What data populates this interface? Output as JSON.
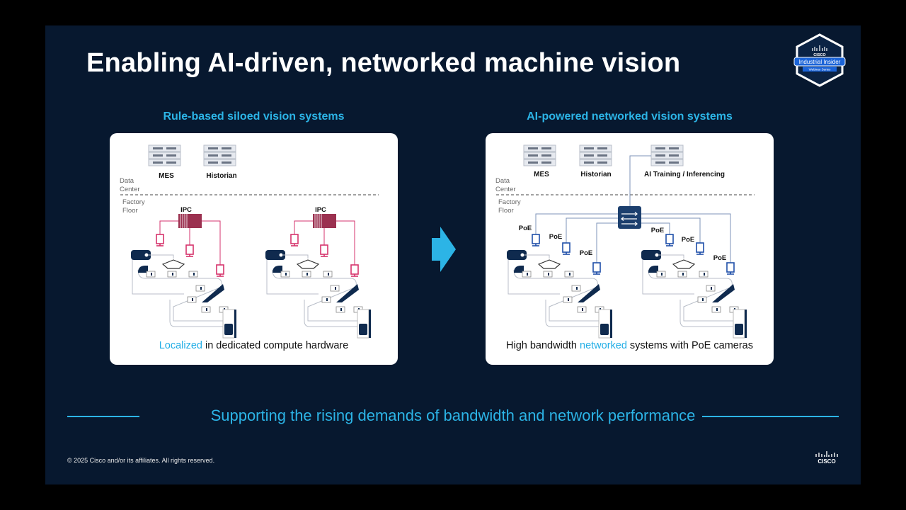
{
  "title": "Enabling AI-driven, networked machine vision",
  "badge": {
    "brand": "CISCO",
    "name": "Industrial Insider",
    "series": "Webinar Series"
  },
  "left": {
    "heading": "Rule-based siloed vision systems",
    "servers": [
      "MES",
      "Historian"
    ],
    "zone_top": [
      "Data",
      "Center"
    ],
    "zone_bottom": [
      "Factory",
      "Floor"
    ],
    "compute_label": "IPC",
    "caption_highlight": "Localized",
    "caption_rest": " in dedicated compute hardware",
    "camera_color": "#d6336c",
    "ipc_color": "#9b3150"
  },
  "right": {
    "heading": "AI-powered networked vision systems",
    "servers": [
      "MES",
      "Historian",
      "AI Training / Inferencing"
    ],
    "zone_top": [
      "Data",
      "Center"
    ],
    "zone_bottom": [
      "Factory",
      "Floor"
    ],
    "camera_label": "PoE",
    "caption_before": "High bandwidth ",
    "caption_highlight": "networked",
    "caption_after": " systems with PoE cameras",
    "camera_color": "#1f4fa8",
    "switch_color": "#1c3f6e"
  },
  "tagline": "Supporting the rising demands of bandwidth and network performance",
  "footer": {
    "copyright": "© 2025 Cisco and/or its affiliates. All rights reserved.",
    "logo": "CISCO"
  },
  "colors": {
    "background": "#07182f",
    "accent": "#2cb4e6",
    "machine_navy": "#0f2a4e"
  }
}
